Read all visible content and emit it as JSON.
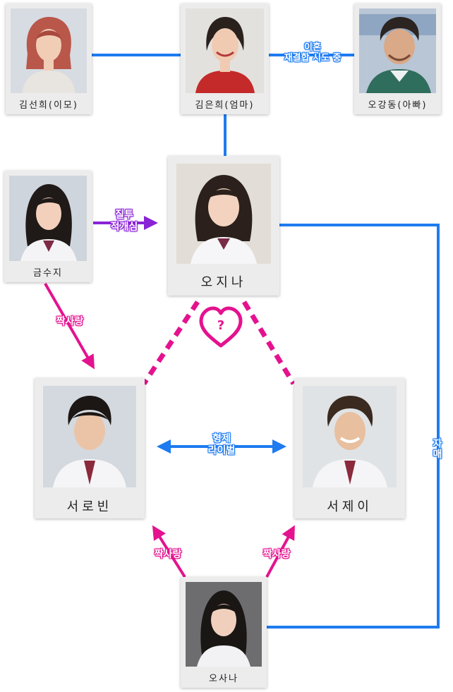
{
  "characters": {
    "kim_seonhui": {
      "name": "김선희(이모)"
    },
    "kim_eunhui": {
      "name": "김은희(엄마)"
    },
    "o_gangdong": {
      "name": "오강동(아빠)"
    },
    "geum_suji": {
      "name": "금수지"
    },
    "o_jina": {
      "name": "오지나"
    },
    "seo_robin": {
      "name": "서로빈"
    },
    "seo_jei": {
      "name": "서제이"
    },
    "o_sana": {
      "name": "오사나"
    }
  },
  "relations": {
    "divorce": {
      "line1": "이혼",
      "line2": "재결합 시도 중"
    },
    "jealousy": {
      "line1": "질투",
      "line2": "적개심"
    },
    "crush_suji": "짝사랑",
    "brothers": {
      "line1": "형제",
      "line2": "라이벌"
    },
    "sisters": "자매",
    "crush_sana_robin": "짝사랑",
    "crush_sana_jei": "짝사랑",
    "question": "?"
  },
  "colors": {
    "blue": "#1e7bf0",
    "pink": "#e4128f",
    "purple": "#8a22d6",
    "card": "#ececec"
  }
}
